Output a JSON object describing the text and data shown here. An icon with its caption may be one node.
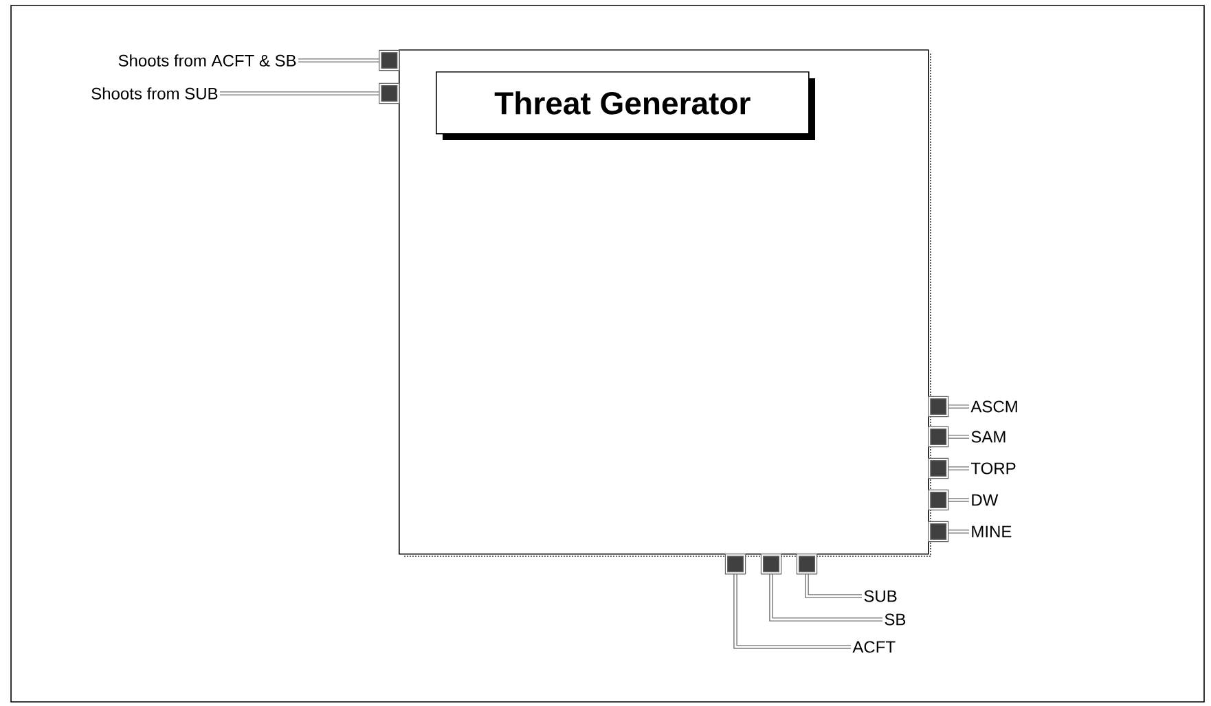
{
  "diagram": {
    "nodes": [
      {
        "text": [],
        "shape": "box"
      },
      {
        "text": [
          "Threat Generator"
        ],
        "in": 0
      },
      {
        "text": [
          "Shoots from ACFT & SB"
        ]
      },
      {
        "text": [
          "Shoots from SUB"
        ]
      },
      {
        "text": [
          "ASCM"
        ]
      },
      {
        "text": [
          "SAM"
        ]
      },
      {
        "text": [
          "TORP"
        ]
      },
      {
        "text": [
          "DW"
        ]
      },
      {
        "text": [
          "MINE"
        ]
      },
      {
        "text": [
          "SUB"
        ]
      },
      {
        "text": [
          "SB"
        ]
      },
      {
        "text": [
          "ACFT"
        ]
      }
    ],
    "edges": [
      {
        "from": 2,
        "to": 0,
        "arrow": "other"
      },
      {
        "from": 3,
        "to": 0,
        "arrow": "other"
      },
      {
        "from": 0,
        "to": 4,
        "arrow": "other"
      },
      {
        "from": 0,
        "to": 5,
        "arrow": "other"
      },
      {
        "from": 0,
        "to": 6,
        "arrow": "other"
      },
      {
        "from": 0,
        "to": 7,
        "arrow": "other"
      },
      {
        "from": 0,
        "to": 8,
        "arrow": "other"
      },
      {
        "from": 0,
        "to": 9,
        "arrow": "other"
      },
      {
        "from": 0,
        "to": 10,
        "arrow": "other"
      },
      {
        "from": 0,
        "to": 11,
        "arrow": "other"
      }
    ]
  }
}
